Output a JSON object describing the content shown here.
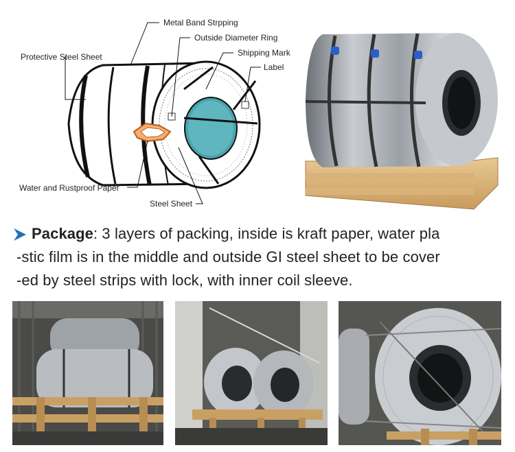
{
  "diagram": {
    "labels": {
      "metal_band": "Metal Band Strpping",
      "outside_ring": "Outside Diameter Ring",
      "shipping_mark": "Shipping Mark",
      "label": "Label",
      "protective_sheet": "Protective Steel Sheet",
      "water_paper": "Water and Rustproof Paper",
      "steel_sheet": "Steel Sheet"
    }
  },
  "package": {
    "title": "Package",
    "colon": ":",
    "line1": " 3 layers of packing, inside is kraft paper, water pla",
    "line2": "-stic film is in the middle and outside GI steel sheet to be cover",
    "line3": "-ed by steel strips with lock, with inner coil sleeve."
  },
  "colors": {
    "arrow": "#1f6fb3",
    "teal": "#4aa3ad",
    "orange": "#f0a050",
    "pallet": "#d9b47a",
    "steel": "#b8bcc2",
    "clip": "#2b5fc8"
  }
}
